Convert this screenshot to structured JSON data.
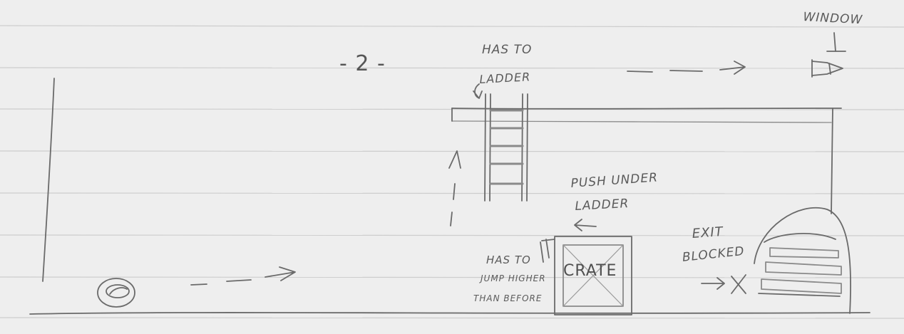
{
  "page_number": "- 2 -",
  "labels": {
    "window": "WINDOW",
    "has_to_ladder_line1": "HAS TO",
    "has_to_ladder_line2": "LADDER",
    "push_under_ladder_line1": "PUSH UNDER",
    "push_under_ladder_line2": "LADDER",
    "crate": "CRATE",
    "exit_blocked_line1": "EXIT",
    "exit_blocked_line2": "BLOCKED",
    "has_to_jump_line1": "HAS TO",
    "has_to_jump_line2": "JUMP HIGHER",
    "has_to_jump_line3": "THAN BEFORE"
  },
  "colors": {
    "paper": "#eeeeee",
    "rule_line": "#c9c9c9",
    "pencil": "#6a6a6a"
  }
}
